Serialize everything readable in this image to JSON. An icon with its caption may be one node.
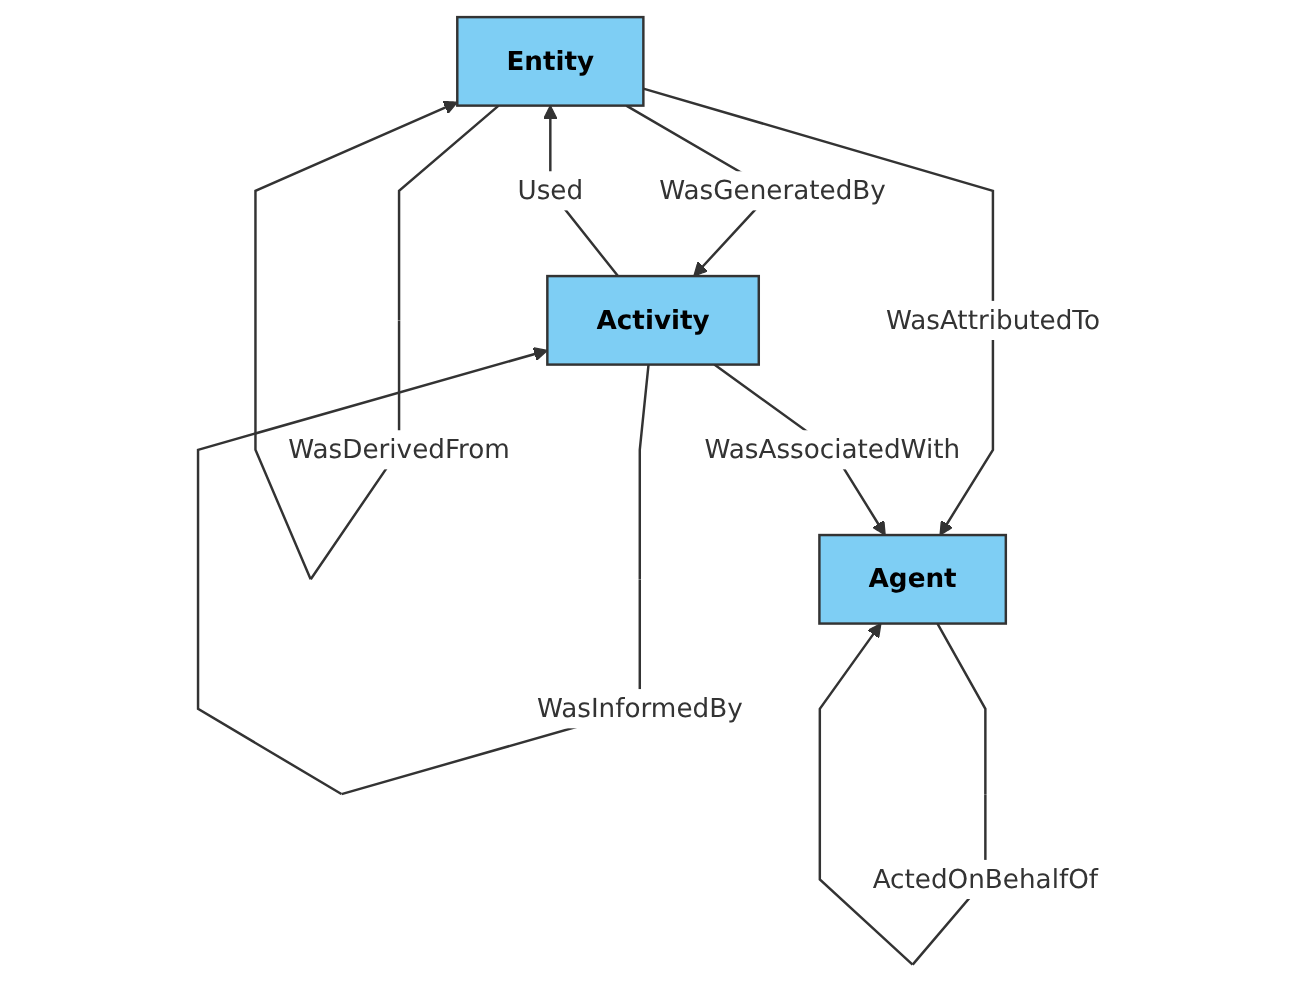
{
  "diagram": {
    "nodes": [
      {
        "text": [
          "Entity"
        ]
      },
      {
        "text": [
          "Activity"
        ]
      },
      {
        "text": [
          "Agent"
        ]
      }
    ],
    "edges": [
      {
        "from": 0,
        "to": 0,
        "arrow": "to",
        "label": "WasDerivedFrom"
      },
      {
        "from": 1,
        "to": 1,
        "arrow": "to",
        "label": "WasInformedBy"
      },
      {
        "from": 1,
        "to": 0,
        "arrow": "to",
        "label": "Used"
      },
      {
        "from": 0,
        "to": 1,
        "arrow": "to",
        "label": "WasGeneratedBy"
      },
      {
        "from": 0,
        "to": 2,
        "arrow": "to",
        "label": "WasAttributedTo"
      },
      {
        "from": 1,
        "to": 2,
        "arrow": "to",
        "label": "WasAssociatedWith"
      },
      {
        "from": 2,
        "to": 2,
        "arrow": "to",
        "label": "ActedOnBehalfOf"
      }
    ]
  }
}
